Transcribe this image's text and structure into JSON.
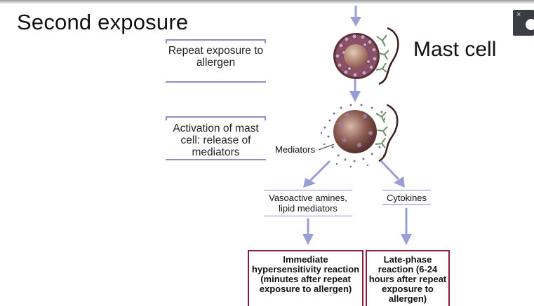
{
  "title": "Second exposure",
  "mast_cell_label": "Mast cell",
  "steps": {
    "repeat": "Repeat exposure to allergen",
    "activation": "Activation of mast cell: release of mediators"
  },
  "mediators_label": "Mediators",
  "products": {
    "vasoactive": "Vasoactive amines, lipid mediators",
    "cytokines": "Cytokines"
  },
  "outcomes": {
    "immediate": "Immediate hypersensitivity reaction (minutes after repeat exposure to allergen)",
    "late": "Late-phase reaction (6-24 hours after repeat exposure to allergen)"
  },
  "widget": {
    "close": "×"
  },
  "colors": {
    "arrow": "#9a9ed6",
    "box_rule": "#8b8fc4",
    "outcome_border": "#8b1a3c",
    "cell": "#6e3f3b"
  }
}
